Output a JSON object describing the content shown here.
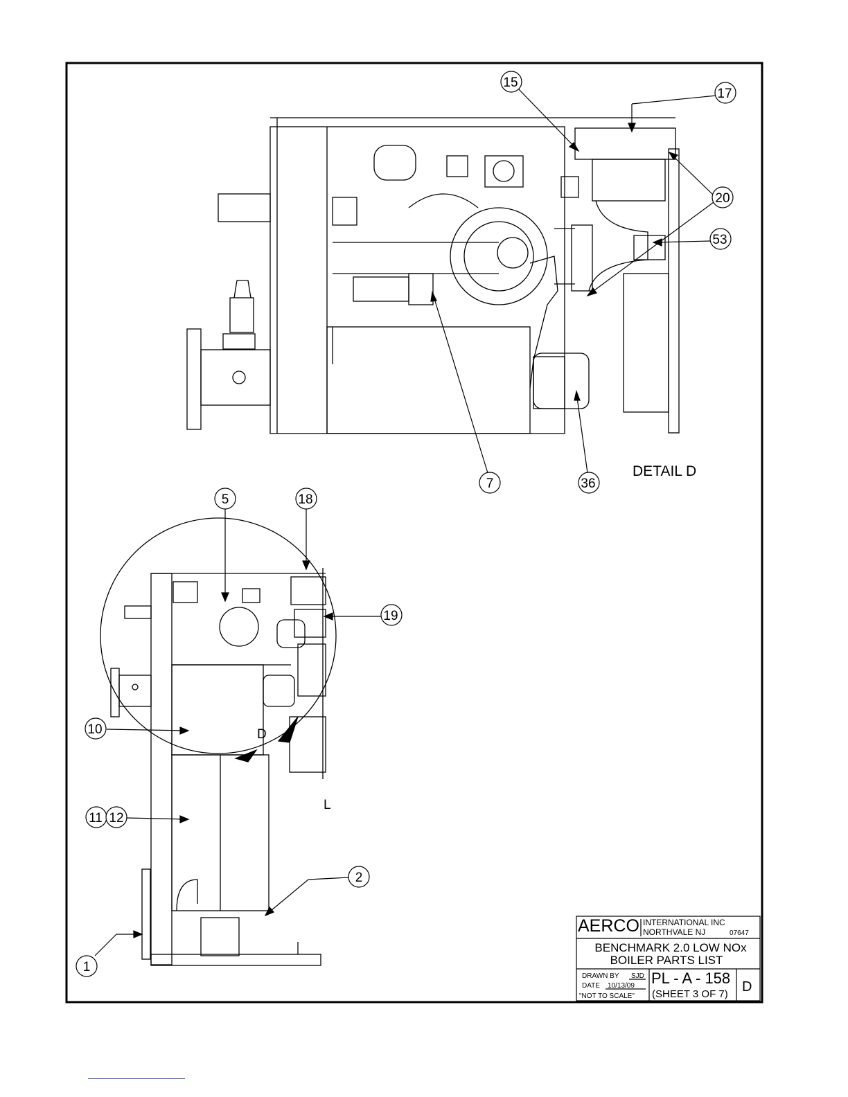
{
  "detail": {
    "label": "DETAIL D",
    "marker": "D"
  },
  "view_marker": "L",
  "callouts": [
    "15",
    "17",
    "20",
    "53",
    "7",
    "36",
    "5",
    "18",
    "19",
    "10",
    "11",
    "12",
    "2",
    "1"
  ],
  "title_block": {
    "company": "AERCO",
    "company_line1": "INTERNATIONAL  INC",
    "company_line2": "NORTHVALE  NJ",
    "zip": "07647",
    "title_line1": "BENCHMARK 2.0 LOW NOx",
    "title_line2": "BOILER PARTS LIST",
    "drawn_by_label": "DRAWN BY",
    "drawn_by": "SJD",
    "date_label": "DATE",
    "date": "10/13/09",
    "scale_note": "\"NOT TO SCALE\"",
    "doc_number": "PL - A - 158",
    "sheet": "(SHEET 3 OF 7)",
    "revision": "D"
  },
  "colors": {
    "line": "#000000",
    "footer_rule": "#4a5bd6"
  }
}
